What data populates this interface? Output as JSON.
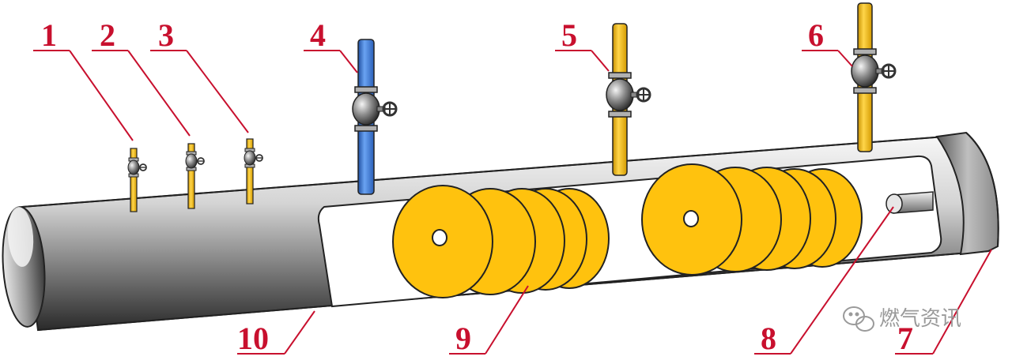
{
  "colors": {
    "pipe_dark": "#3a3a3a",
    "pipe_light": "#f2f2f2",
    "disc_fill": "#ffc20e",
    "yellow_pipe": "#f5b800",
    "blue_pipe": "#3a78d8",
    "label_red": "#c8102e"
  },
  "labels": {
    "l1": "1",
    "l2": "2",
    "l3": "3",
    "l4": "4",
    "l5": "5",
    "l6": "6",
    "l7": "7",
    "l8": "8",
    "l9": "9",
    "l10": "10"
  },
  "watermark": {
    "text": "燃气资讯",
    "icon": "wechat-icon"
  }
}
